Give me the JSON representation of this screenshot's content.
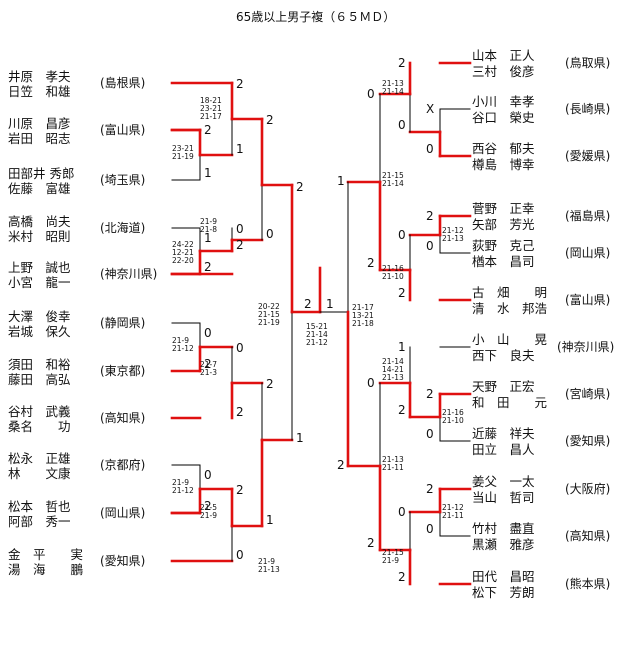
{
  "title": "65歳以上男子複（６５ＭＤ）",
  "colors": {
    "winner_line": "#e01010",
    "line": "#000000"
  },
  "left_pairs": [
    {
      "p1": "井原　孝夫",
      "p2": "日笠　和雄",
      "pref": "(島根県)"
    },
    {
      "p1": "川原　昌彦",
      "p2": "岩田　昭志",
      "pref": "(富山県)"
    },
    {
      "p1": "田部井 秀郎",
      "p2": "佐藤　富雄",
      "pref": "(埼玉県)"
    },
    {
      "p1": "高橋　尚夫",
      "p2": "米村　昭則",
      "pref": "(北海道)"
    },
    {
      "p1": "上野　誠也",
      "p2": "小宮　龍一",
      "pref": "(神奈川県)"
    },
    {
      "p1": "大澤　俊幸",
      "p2": "岩城　保久",
      "pref": "(静岡県)"
    },
    {
      "p1": "須田　和裕",
      "p2": "藤田　高弘",
      "pref": "(東京都)"
    },
    {
      "p1": "谷村　武義",
      "p2": "桑名　　功",
      "pref": "(高知県)"
    },
    {
      "p1": "松永　正雄",
      "p2": "林　　文康",
      "pref": "(京都府)"
    },
    {
      "p1": "松本　哲也",
      "p2": "阿部　秀一",
      "pref": "(岡山県)"
    },
    {
      "p1": "金　平　　実",
      "p2": "湯　海　　鵬",
      "pref": "(愛知県)"
    }
  ],
  "right_pairs": [
    {
      "p1": "山本　正人",
      "p2": "三村　俊彦",
      "pref": "(鳥取県)"
    },
    {
      "p1": "小川　幸孝",
      "p2": "谷口　榮史",
      "pref": "(長崎県)"
    },
    {
      "p1": "西谷　郁夫",
      "p2": "樽島　博幸",
      "pref": "(愛媛県)"
    },
    {
      "p1": "菅野　正幸",
      "p2": "矢部　芳光",
      "pref": "(福島県)"
    },
    {
      "p1": "荻野　克己",
      "p2": "楢本　昌司",
      "pref": "(岡山県)"
    },
    {
      "p1": "古　畑　　明",
      "p2": "清　水　邦浩",
      "pref": "(富山県)"
    },
    {
      "p1": "小　山　　晃",
      "p2": "西下　良夫",
      "pref": "(神奈川県)"
    },
    {
      "p1": "天野　正宏",
      "p2": "和　田　　元",
      "pref": "(宮崎県)"
    },
    {
      "p1": "近藤　祥夫",
      "p2": "田立　昌人",
      "pref": "(愛知県)"
    },
    {
      "p1": "姜父　一太",
      "p2": "当山　哲司",
      "pref": "(大阪府)"
    },
    {
      "p1": "竹村　盡直",
      "p2": "黒瀬　雅彦",
      "pref": "(高知県)"
    },
    {
      "p1": "田代　昌昭",
      "p2": "松下　芳朗",
      "pref": "(熊本県)"
    }
  ],
  "left_r1": [
    {
      "a": "2",
      "b": "1",
      "scores": "23-21\n21-19"
    },
    {
      "a": "1",
      "b": "2",
      "scores": "24-22\n12-21\n22-20"
    },
    {
      "a": "0",
      "b": "2",
      "scores": "21-9\n21-12"
    },
    {
      "a": "0",
      "b": "2",
      "scores": "21-9\n21-12"
    }
  ],
  "left_r2": [
    {
      "a": "2",
      "b": "1",
      "scores": "18-21\n23-21\n21-17"
    },
    {
      "a": "0",
      "b": "2",
      "scores": "21-9\n21-8"
    },
    {
      "a": "0",
      "b": "2",
      "scores": "21-7\n21-3"
    },
    {
      "a": "2",
      "b": "0",
      "scores": "21-5\n21-9"
    }
  ],
  "left_r3": [
    {
      "a": "2",
      "b": "0",
      "scores": "20-22\n21-15\n21-19"
    },
    {
      "a": "2",
      "b": "1",
      "scores": "21-9\n21-13"
    }
  ],
  "left_sf": {
    "a": "2",
    "b": "1",
    "scores": ""
  },
  "final": {
    "a": "2",
    "b": "1",
    "scores": "15-21\n21-14\n21-12"
  },
  "right_sf": {
    "a": "1",
    "b": "2",
    "scores": "21-17\n13-21\n21-18"
  },
  "right_r3": [
    {
      "a": "0",
      "b": "2",
      "scores": "21-15\n21-14"
    },
    {
      "a": "0",
      "b": "2",
      "scores": "21-13\n21-11"
    }
  ],
  "right_r2": [
    {
      "a": "2",
      "b": "0",
      "scores": "21-13\n21-14"
    },
    {
      "a": "0",
      "b": "2",
      "scores": "21-16\n21-10"
    },
    {
      "a": "1",
      "b": "2",
      "scores": "21-14\n14-21\n21-13"
    },
    {
      "a": "0",
      "b": "2",
      "scores": "21-15\n21-9"
    }
  ],
  "right_r1": [
    {
      "a": "X",
      "b": "0",
      "scores": ""
    },
    {
      "a": "2",
      "b": "0",
      "scores": "21-12\n21-13"
    },
    {
      "a": "2",
      "b": "0",
      "scores": "21-16\n21-10"
    },
    {
      "a": "2",
      "b": "0",
      "scores": "21-12\n21-11"
    }
  ]
}
